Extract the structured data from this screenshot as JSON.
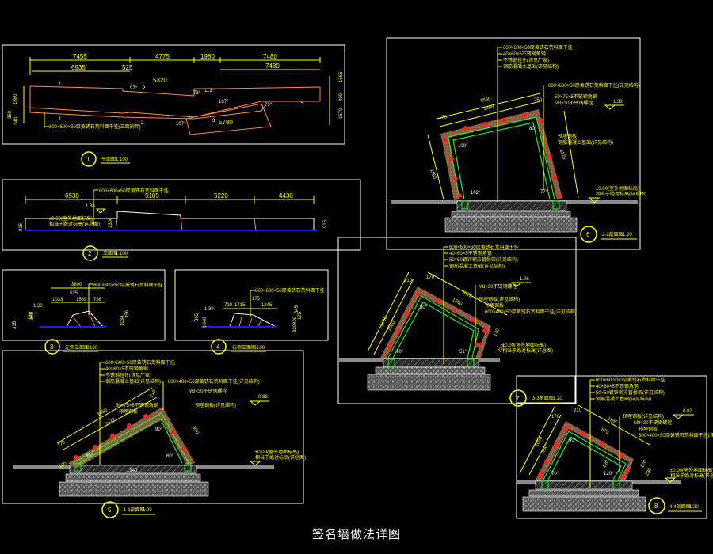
{
  "drawing": {
    "title": "签名墙做法详图",
    "colors": {
      "background": "#000000",
      "frame": "#ffffff",
      "dimension": "#ffff00",
      "wall_outline": "#ff8a3c",
      "ground_line": "#1a1aff",
      "steel": "#22ee22",
      "bolt": "#ff2020",
      "stone_cladding": "#8a5a40"
    }
  },
  "views": [
    {
      "id": 1,
      "name": "平面图",
      "scale": "1:100",
      "dims_top": [
        "7455",
        "4775",
        "1980",
        "7480"
      ],
      "dims_second": [
        "6935",
        "525",
        "5320",
        "7480"
      ],
      "dims_left": [
        "1880",
        "350",
        "340"
      ],
      "dims_right": [
        "1565",
        "490",
        "1570"
      ],
      "angles": [
        "97°",
        "73°",
        "113°",
        "167°",
        "73°",
        "107°"
      ],
      "segment_dim": "5780",
      "section_marks": [
        "1",
        "1",
        "2",
        "2",
        "3",
        "4"
      ],
      "note": "600×600×50厚黄锈石荒料面干挂(正面剁斧)"
    },
    {
      "id": 2,
      "name": "立面图",
      "scale": "1:100",
      "dims_top": [
        "6930",
        "5105",
        "5220",
        "4430"
      ],
      "elevation": "1.30",
      "dim_left": "915",
      "dim_right": "915",
      "dim_mid": "1300",
      "note": "600×600×50厚黄锈石荒料面干挂",
      "ground_note": [
        "±0.00(室外地面标高)",
        "相当于绝对标高(详总图)"
      ]
    },
    {
      "id": 3,
      "name": "左侧立面图",
      "scale": "1:100",
      "dims_top": [
        "3890",
        "525"
      ],
      "dims_second": [
        "1033",
        "1539",
        "786"
      ],
      "elevation": "1.30",
      "dims_left": [
        "345",
        "130",
        "315",
        "385"
      ],
      "dims_right": [
        "1034",
        "356"
      ],
      "note": "600×600×50厚黄锈石荒料面干挂"
    },
    {
      "id": 4,
      "name": "右侧立面图",
      "scale": "1:100",
      "dims_top": [
        "710",
        "1715",
        "175",
        "1245"
      ],
      "elevation": "1.39",
      "dims_left": [
        "385",
        "1040"
      ],
      "dims_right": [
        "345",
        "125",
        "800",
        "330"
      ],
      "note": "600×600×50厚黄锈石荒料面干挂"
    },
    {
      "id": 5,
      "name": "1-1剖面图",
      "scale": "1:20",
      "elevation": "0.82",
      "dims": [
        "1650",
        "1472",
        "210",
        "170",
        "1940",
        "950",
        "160"
      ],
      "angles": [
        "90°",
        "30°",
        "60°"
      ],
      "notes_top": [
        "600×600×50厚黄锈石荒料面干挂",
        "40×60×5不锈钢角钢",
        "不锈钢挂件(详见厂家)",
        "钢筋混凝土基础(详见结构)"
      ],
      "notes_right": [
        "600×400×50厚黄锈石荒料面干挂(详见结构)",
        "M8×30不锈钢螺栓",
        "预埋钢板(详见结构)"
      ],
      "notes_mid": [
        "50×75×5不锈钢角钢",
        "预埋钢板"
      ],
      "ground_note": [
        "±0.00(室外地面标高)",
        "相当于绝对标高(详总图)"
      ]
    },
    {
      "id": 6,
      "name": "2-2剖面图",
      "scale": "1:20",
      "elevation": "1.33",
      "dims": [
        "1580",
        "1380",
        "170",
        "250",
        "1150",
        "1125"
      ],
      "angles": [
        "80°",
        "100°",
        "77°",
        "102°"
      ],
      "notes_top": [
        "600×600×50厚黄锈石荒料面干挂",
        "40×60×5不锈钢角钢",
        "不锈钢挂件(详见厂家)",
        "钢筋混凝土基础(详见结构)"
      ],
      "notes_right": [
        "600×600×50厚黄锈石荒料面干挂(详见结构)",
        "50×75×5不锈钢角钢",
        "M8×30不锈钢螺栓",
        "预埋钢板",
        "钢筋混凝土基础(详见结构)"
      ],
      "ground_note": [
        "±0.00(室外地面标高)",
        "相当于绝对标高(详总图)"
      ]
    },
    {
      "id": 7,
      "name": "3-3剖面图",
      "scale": "1:20",
      "elevation": "1.06",
      "dims": [
        "1250",
        "1060",
        "210",
        "170",
        "1629",
        "1290",
        "170",
        "230"
      ],
      "angles": [
        "90°",
        "70°",
        "51°"
      ],
      "notes_top": [
        "600×600×50厚黄锈石荒料面干挂",
        "40×60×5不锈钢角钢",
        "50×50镀锌钢方管骨架(详见结构)",
        "钢筋混凝土基础(详见结构)"
      ],
      "notes_right": [
        "M8×30不锈钢螺栓",
        "预埋钢板(详见结构)",
        "预埋钢板",
        "600×400×50厚黄锈石荒料面干挂(详见结构)"
      ],
      "ground_note": [
        "±0.00(室外地面标高)",
        "相当于绝对标高(详总图)"
      ]
    },
    {
      "id": 8,
      "name": "4-4剖面图",
      "scale": "1:20",
      "elevation": "0.82",
      "dims": [
        "1050",
        "860",
        "170",
        "210",
        "1195",
        "873",
        "120",
        "170",
        "230"
      ],
      "angles": [
        "90°",
        "70°",
        "120°"
      ],
      "notes_top": [
        "600×600×50厚黄锈石荒料面干挂",
        "40×60×5不锈钢角钢",
        "50×50镀锌钢方管骨架(详见结构)",
        "钢筋混凝土基础(详见结构)"
      ],
      "notes_right": [
        "预埋钢板(详见结构)",
        "M8×30不锈钢螺栓",
        "预埋钢板",
        "600×400×50厚黄锈石荒料面干挂(详见结构)"
      ],
      "ground_note": [
        "±0.00(室外地面标高)",
        "相当于绝对标高(详总图)"
      ]
    }
  ]
}
